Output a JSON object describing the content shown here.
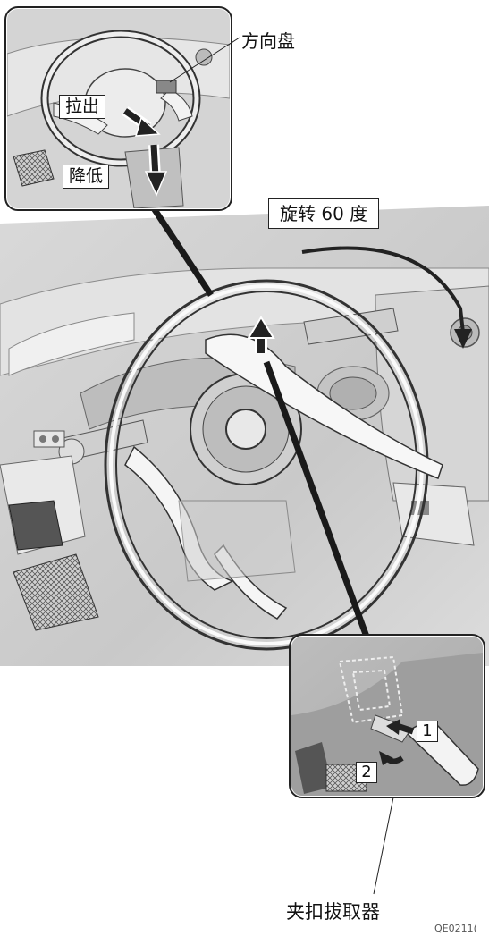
{
  "callouts": {
    "steering_wheel": "方向盘",
    "pull_out": "拉出",
    "lower": "降低",
    "rotate": "旋转 60 度",
    "clip_remover": "夹扣拔取器",
    "step1": "1",
    "step2": "2"
  },
  "figure_code": "QE0211("
}
